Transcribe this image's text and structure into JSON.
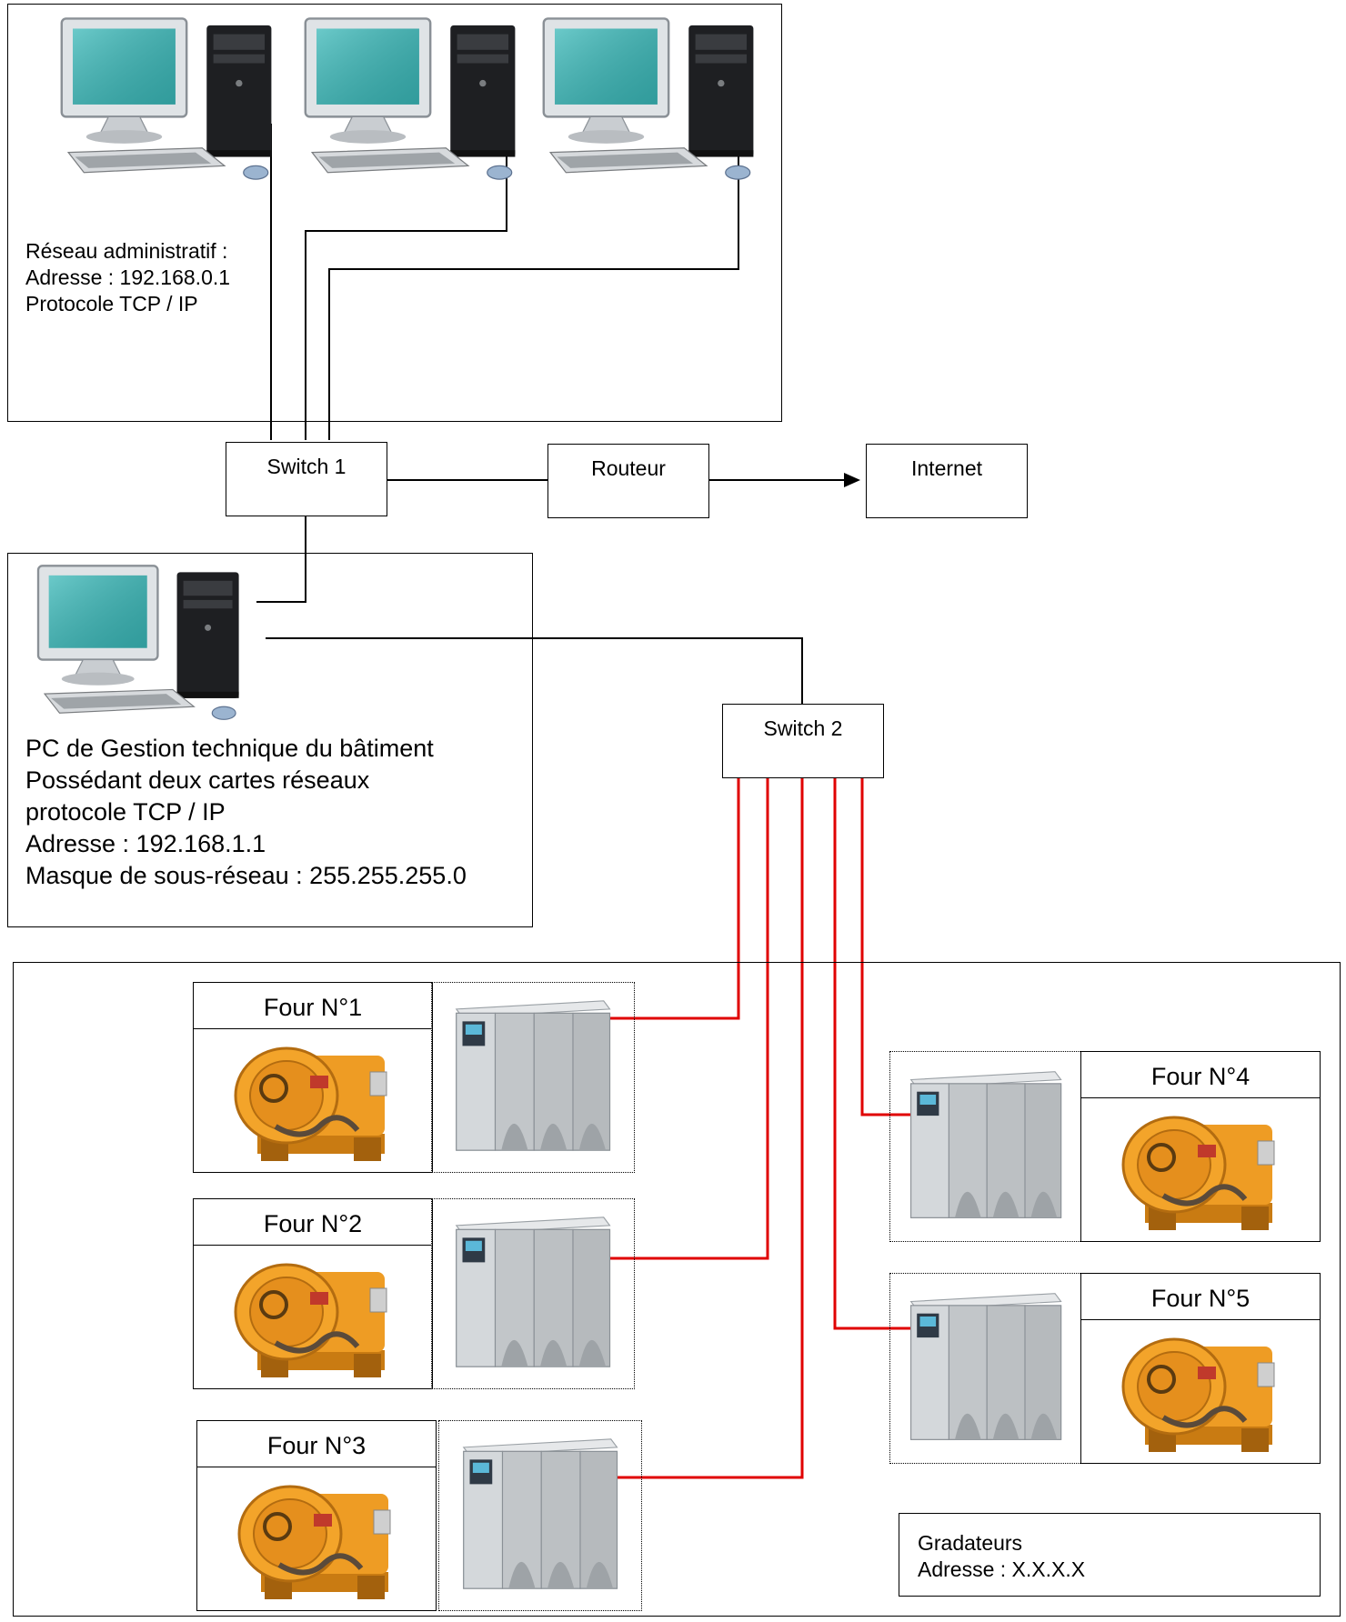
{
  "admin_network": {
    "lines": [
      "Réseau administratif :",
      "Adresse : 192.168.0.1",
      "Protocole TCP / IP"
    ]
  },
  "switch1": {
    "label": "Switch 1"
  },
  "router": {
    "label": "Routeur"
  },
  "internet": {
    "label": "Internet"
  },
  "gtb_pc": {
    "lines": [
      "PC de Gestion technique du bâtiment",
      "Possédant deux cartes réseaux",
      "protocole TCP / IP",
      "Adresse : 192.168.1.1",
      "Masque de sous-réseau : 255.255.255.0"
    ]
  },
  "switch2": {
    "label": "Switch 2"
  },
  "ovens": [
    {
      "label": "Four N°1"
    },
    {
      "label": "Four N°2"
    },
    {
      "label": "Four N°3"
    },
    {
      "label": "Four N°4"
    },
    {
      "label": "Four N°5"
    }
  ],
  "gradateurs": {
    "lines": [
      "Gradateurs",
      "Adresse : X.X.X.X"
    ]
  },
  "colors": {
    "ethernet_red": "#e00000",
    "wire": "#000000",
    "oven_orange": "#e89520",
    "monitor_screen": "#3aa8a8",
    "dimmer_grey": "#bfc4c8"
  },
  "icons": [
    "desktop-computer-icon",
    "industrial-oven-icon",
    "power-dimmer-icon"
  ]
}
